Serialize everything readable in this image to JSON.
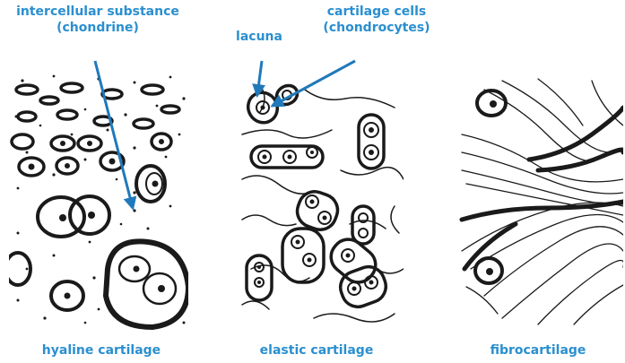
{
  "labels": {
    "intercellular": [
      "intercellular substance",
      "(chondrine)"
    ],
    "lacuna": "lacuna",
    "cartilage_cells": [
      "cartilage cells",
      "(chondrocytes)"
    ]
  },
  "panels": [
    {
      "id": "hyaline",
      "caption": "hyaline cartilage"
    },
    {
      "id": "elastic",
      "caption": "elastic cartilage"
    },
    {
      "id": "fibro",
      "caption": "fibrocartilage"
    }
  ],
  "colors": {
    "label": "#2a8fd0",
    "ink": "#1a1a1a",
    "arrow": "#2079ba"
  }
}
